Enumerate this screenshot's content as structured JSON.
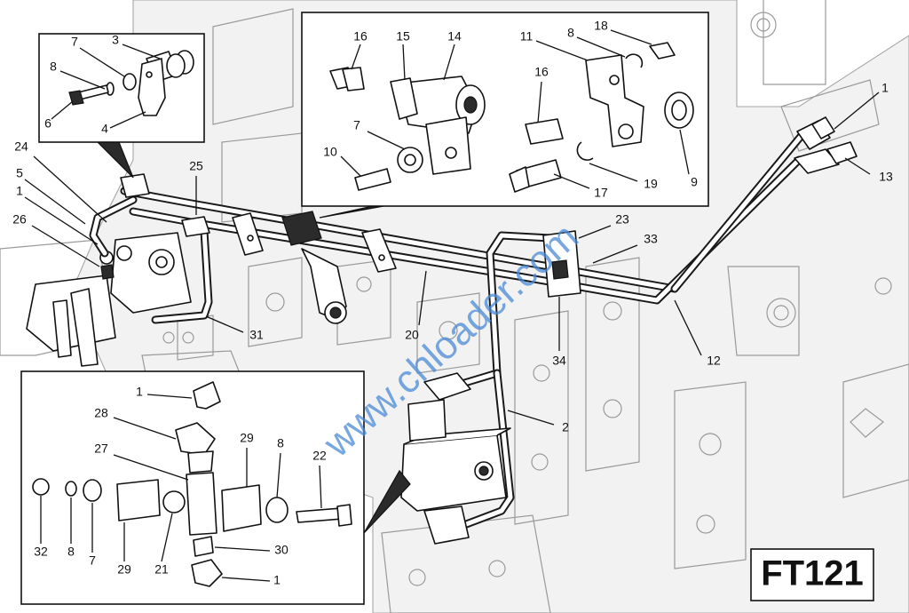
{
  "figure": {
    "code": "FT121",
    "watermark": "www.chloader.com"
  },
  "callouts": {
    "main": [
      {
        "id": "m1a",
        "text": "1"
      },
      {
        "id": "m13",
        "text": "13"
      },
      {
        "id": "m24",
        "text": "24"
      },
      {
        "id": "m5",
        "text": "5"
      },
      {
        "id": "m1b",
        "text": "1"
      },
      {
        "id": "m26",
        "text": "26"
      },
      {
        "id": "m25",
        "text": "25"
      },
      {
        "id": "m31",
        "text": "31"
      },
      {
        "id": "m20",
        "text": "20"
      },
      {
        "id": "m23",
        "text": "23"
      },
      {
        "id": "m33",
        "text": "33"
      },
      {
        "id": "m34",
        "text": "34"
      },
      {
        "id": "m12",
        "text": "12"
      },
      {
        "id": "m2",
        "text": "2"
      }
    ],
    "inset_top_left": [
      {
        "id": "a7",
        "text": "7"
      },
      {
        "id": "a3",
        "text": "3"
      },
      {
        "id": "a8",
        "text": "8"
      },
      {
        "id": "a6",
        "text": "6"
      },
      {
        "id": "a4",
        "text": "4"
      }
    ],
    "inset_top_center": [
      {
        "id": "b16a",
        "text": "16"
      },
      {
        "id": "b15",
        "text": "15"
      },
      {
        "id": "b14",
        "text": "14"
      },
      {
        "id": "b11",
        "text": "11"
      },
      {
        "id": "b8",
        "text": "8"
      },
      {
        "id": "b18",
        "text": "18"
      },
      {
        "id": "b16b",
        "text": "16"
      },
      {
        "id": "b7",
        "text": "7"
      },
      {
        "id": "b10",
        "text": "10"
      },
      {
        "id": "b17",
        "text": "17"
      },
      {
        "id": "b19",
        "text": "19"
      },
      {
        "id": "b9",
        "text": "9"
      }
    ],
    "inset_bottom_left": [
      {
        "id": "c1a",
        "text": "1"
      },
      {
        "id": "c28",
        "text": "28"
      },
      {
        "id": "c29a",
        "text": "29"
      },
      {
        "id": "c27",
        "text": "27"
      },
      {
        "id": "c8a",
        "text": "8"
      },
      {
        "id": "c22",
        "text": "22"
      },
      {
        "id": "c32",
        "text": "32"
      },
      {
        "id": "c8b",
        "text": "8"
      },
      {
        "id": "c7",
        "text": "7"
      },
      {
        "id": "c29b",
        "text": "29"
      },
      {
        "id": "c21",
        "text": "21"
      },
      {
        "id": "c30",
        "text": "30"
      },
      {
        "id": "c1b",
        "text": "1"
      }
    ]
  },
  "colors": {
    "line": "#111111",
    "engine": "#9a9a9a",
    "watermark": "#4a8ad6"
  }
}
